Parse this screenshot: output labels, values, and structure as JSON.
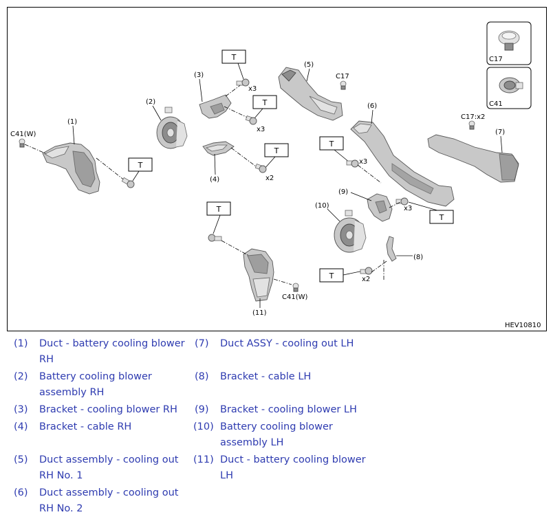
{
  "diagram": {
    "figure_id": "HEV10810",
    "torque_label": "T",
    "callouts": {
      "c1": "(1)",
      "c2": "(2)",
      "c3": "(3)",
      "c4": "(4)",
      "c5": "(5)",
      "c6": "(6)",
      "c7": "(7)",
      "c8": "(8)",
      "c9": "(9)",
      "c10": "(10)",
      "c11": "(11)"
    },
    "clip_labels": {
      "c41w_left": "C41(W)",
      "c41w_bottom": "C41(W)",
      "c17_top": "C17",
      "c17x2": "C17:x2"
    },
    "qty": {
      "q3a": "x3",
      "q3b": "x3",
      "q2a": "x2",
      "q3c": "x3",
      "q3d": "x3",
      "q2b": "x2"
    },
    "inset": {
      "c17": "C17",
      "c41": "C41"
    }
  },
  "legend": [
    {
      "num": "(1)",
      "text_l1": "Duct - battery cooling blower",
      "text_l2": "RH"
    },
    {
      "num": "(2)",
      "text_l1": "Battery cooling blower",
      "text_l2": "assembly RH"
    },
    {
      "num": "(3)",
      "text_l1": "Bracket - cooling blower RH",
      "text_l2": ""
    },
    {
      "num": "(4)",
      "text_l1": "Bracket - cable RH",
      "text_l2": ""
    },
    {
      "num": "(5)",
      "text_l1": "Duct assembly - cooling out",
      "text_l2": "RH No. 1"
    },
    {
      "num": "(6)",
      "text_l1": "Duct assembly - cooling out",
      "text_l2": "RH No. 2"
    },
    {
      "num": "(7)",
      "text_l1": "Duct ASSY - cooling out LH",
      "text_l2": ""
    },
    {
      "num": "(8)",
      "text_l1": "Bracket - cable LH",
      "text_l2": ""
    },
    {
      "num": "(9)",
      "text_l1": "Bracket - cooling blower LH",
      "text_l2": ""
    },
    {
      "num": "(10)",
      "text_l1": "Battery cooling blower",
      "text_l2": "assembly LH"
    },
    {
      "num": "(11)",
      "text_l1": "Duct - battery cooling blower",
      "text_l2": "LH"
    }
  ],
  "colors": {
    "legend_text": "#2e3bb0",
    "frame": "#000000"
  }
}
